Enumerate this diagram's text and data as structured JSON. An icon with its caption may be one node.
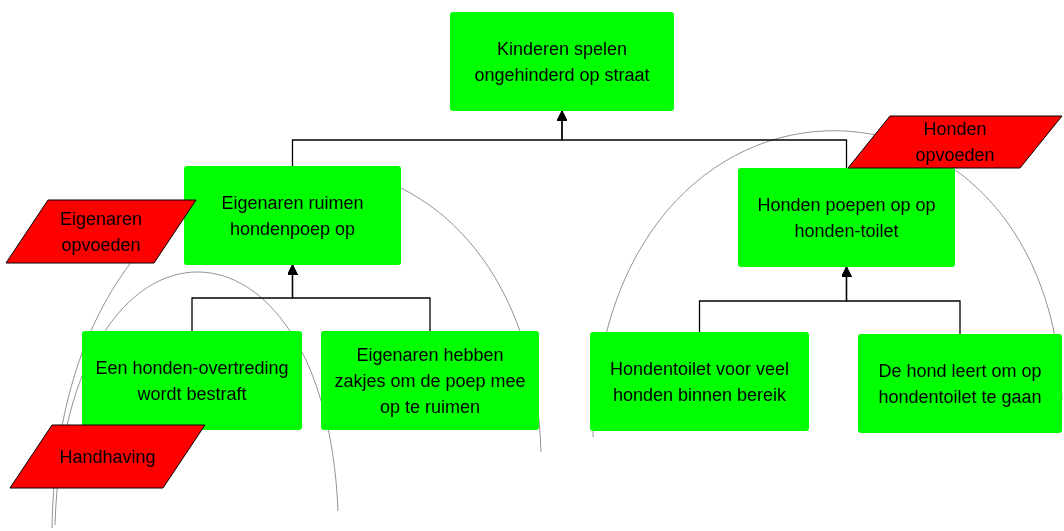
{
  "diagram": {
    "nodes": [
      {
        "text": [
          "Kinderen spelen ongehinderd op straat"
        ]
      },
      {
        "text": [
          "Eigenaren ruimen hondenpoep op"
        ]
      },
      {
        "text": [
          "Honden poepen op op honden-toilet"
        ]
      },
      {
        "text": [
          "Een honden-overtreding wordt bestraft"
        ]
      },
      {
        "text": [
          "Eigenaren hebben zakjes om de poep mee op te ruimen"
        ]
      },
      {
        "text": [
          "Hondentoilet voor veel honden binnen bereik"
        ]
      },
      {
        "text": [
          "De hond leert om op hondentoilet te gaan"
        ]
      },
      {
        "text": [
          "Eigenaren opvoeden"
        ]
      },
      {
        "text": [
          "Handhaving"
        ]
      },
      {
        "text": [
          "Honden opvoeden"
        ]
      }
    ],
    "edges": [
      {
        "from": 1,
        "to": 0,
        "arrow": "to"
      },
      {
        "from": 2,
        "to": 0,
        "arrow": "to"
      },
      {
        "from": 3,
        "to": 1,
        "arrow": "to"
      },
      {
        "from": 4,
        "to": 1,
        "arrow": "to"
      },
      {
        "from": 5,
        "to": 2,
        "arrow": "to"
      },
      {
        "from": 6,
        "to": 2,
        "arrow": "to"
      }
    ]
  }
}
